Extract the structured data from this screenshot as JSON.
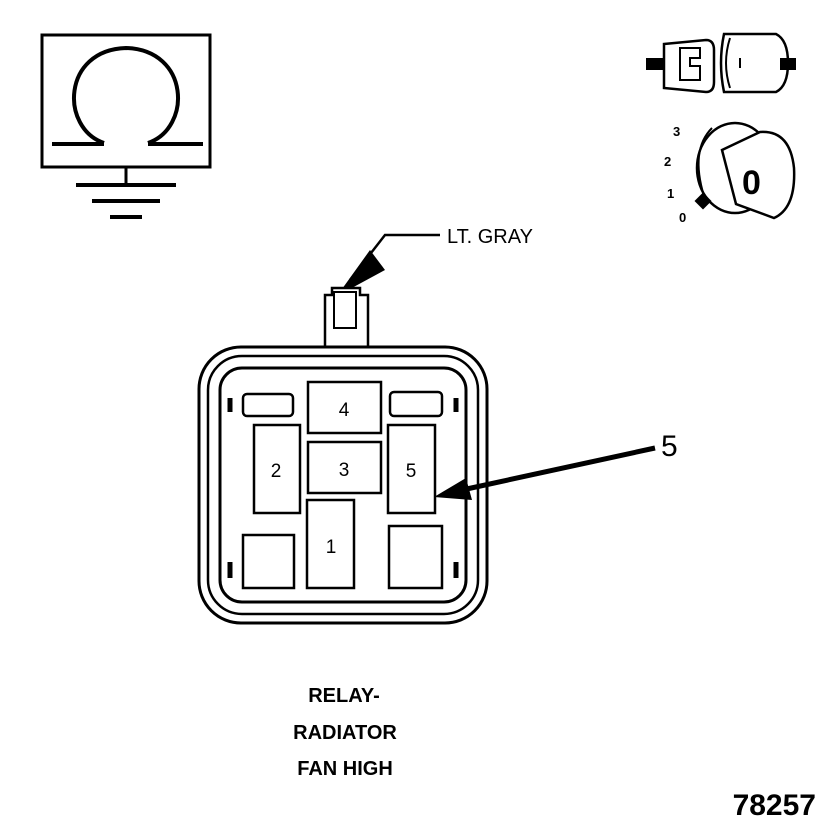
{
  "wire_color_label": "LT. GRAY",
  "callout_number": "5",
  "pins": {
    "p1": "1",
    "p2": "2",
    "p3": "3",
    "p4": "4",
    "p5": "5"
  },
  "caption": [
    "RELAY-",
    "RADIATOR",
    "FAN HIGH"
  ],
  "figure_number": "78257",
  "ignition_positions": [
    "3",
    "2",
    "1",
    "0"
  ],
  "key_label": "0",
  "icons": [
    "ohmmeter-ground-icon",
    "connector-disconnected-icon",
    "ignition-key-off-icon"
  ]
}
